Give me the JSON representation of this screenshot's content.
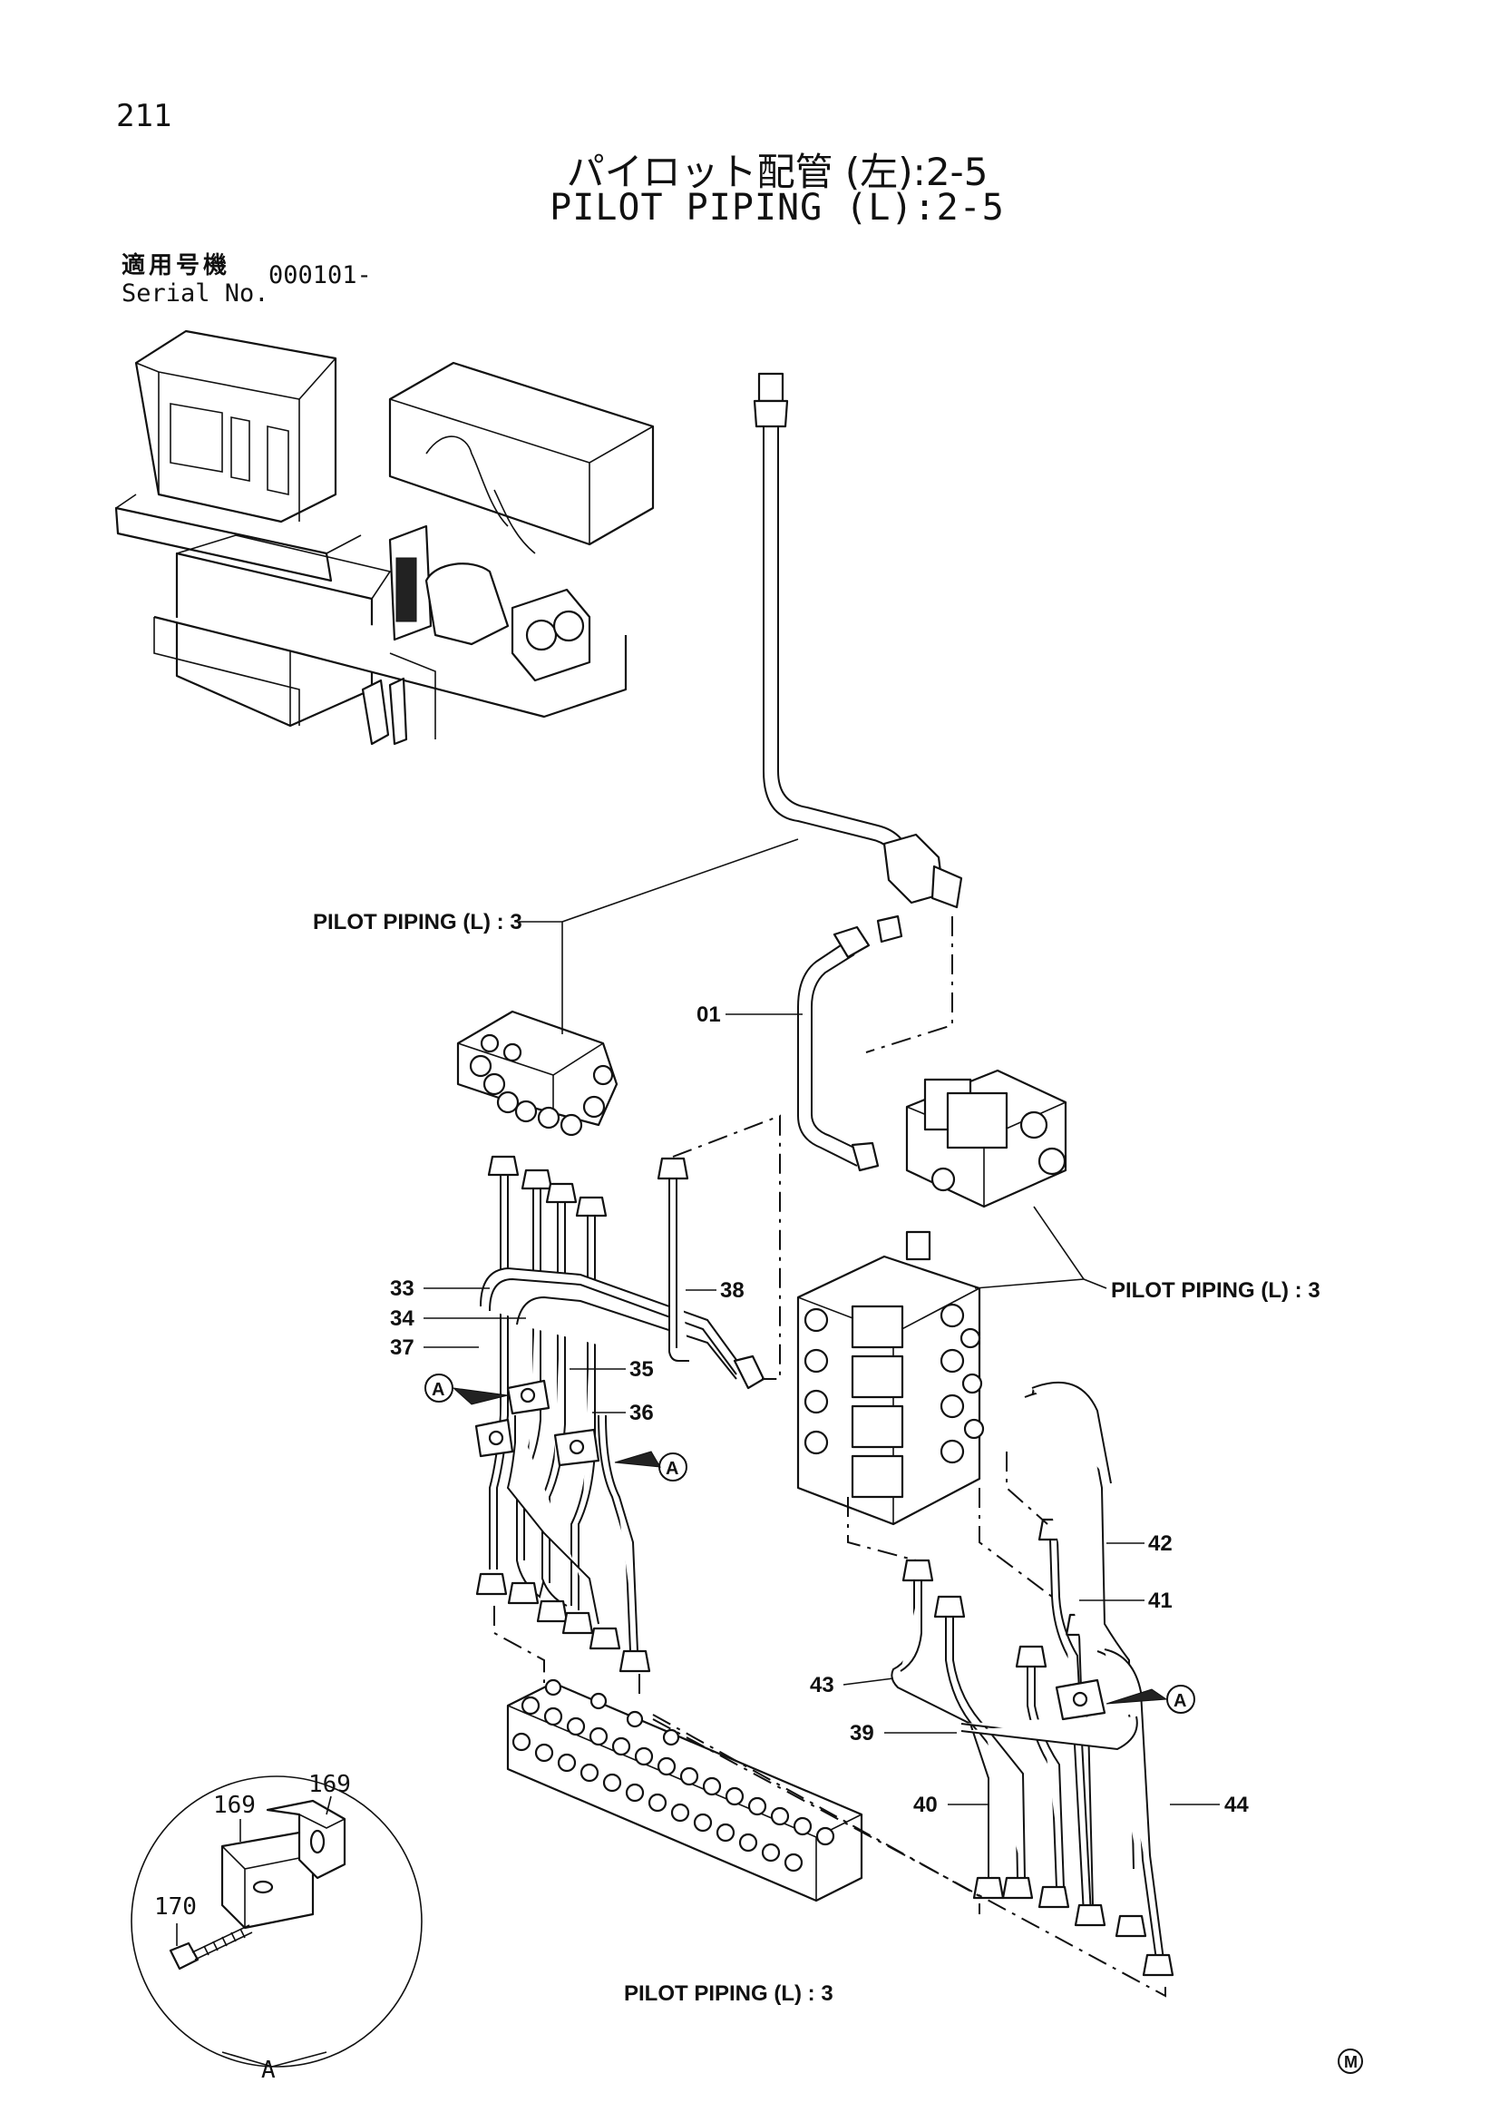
{
  "page_number": "211",
  "title_jp": "パイロット配管 (左):2-5",
  "title_en": "PILOT PIPING (L):2-5",
  "serial": {
    "label_jp": "適用号機",
    "label_en": "Serial No.",
    "value": "000101-"
  },
  "refs": {
    "top_left": "PILOT PIPING (L) : 3",
    "right": "PILOT PIPING (L) : 3",
    "bottom": "PILOT PIPING (L) : 3"
  },
  "callouts": {
    "p01": "01",
    "p33": "33",
    "p34": "34",
    "p37": "37",
    "p35": "35",
    "p36": "36",
    "p38": "38",
    "p42": "42",
    "p41": "41",
    "p43": "43",
    "p39": "39",
    "p40": "40",
    "p44": "44"
  },
  "view_marker": "A",
  "detail": {
    "part_169a": "169",
    "part_169b": "169",
    "part_170": "170",
    "view_label": "A"
  },
  "footer_mark": "M"
}
